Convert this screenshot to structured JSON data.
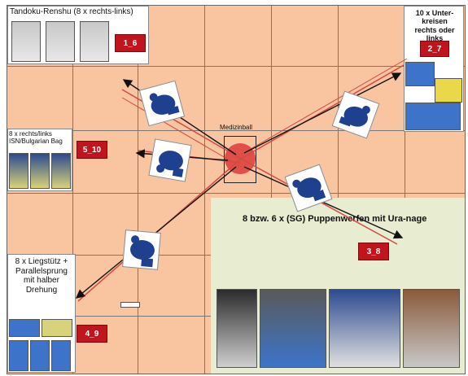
{
  "corner_tl": {
    "title": "Tandoku-Renshu  (8 x rechts-links)",
    "station": "1_6"
  },
  "corner_tr": {
    "title": "10 x Unter-\nkreisen\nrechts oder links",
    "station": "2_7"
  },
  "left_mid": {
    "title": "8 x rechts/links\nISN/Bulgarian Bag",
    "station": "5_10"
  },
  "bottom_left": {
    "title": "8 x Liegstütz +\nParallelsprung\nmit halber\nDrehung",
    "station": "4_9"
  },
  "bottom_right": {
    "title": "8 bzw. 6 x (SG) Puppenwerfen mit Ura-nage",
    "station": "3_8"
  },
  "center": {
    "label": "Medizinball"
  },
  "colors": {
    "floor": "#f8c5a0",
    "station_box": "#c2141c",
    "green_area": "#e8ecd0",
    "judogi_blue": "#1f3f8f",
    "ball": "#e05048"
  }
}
